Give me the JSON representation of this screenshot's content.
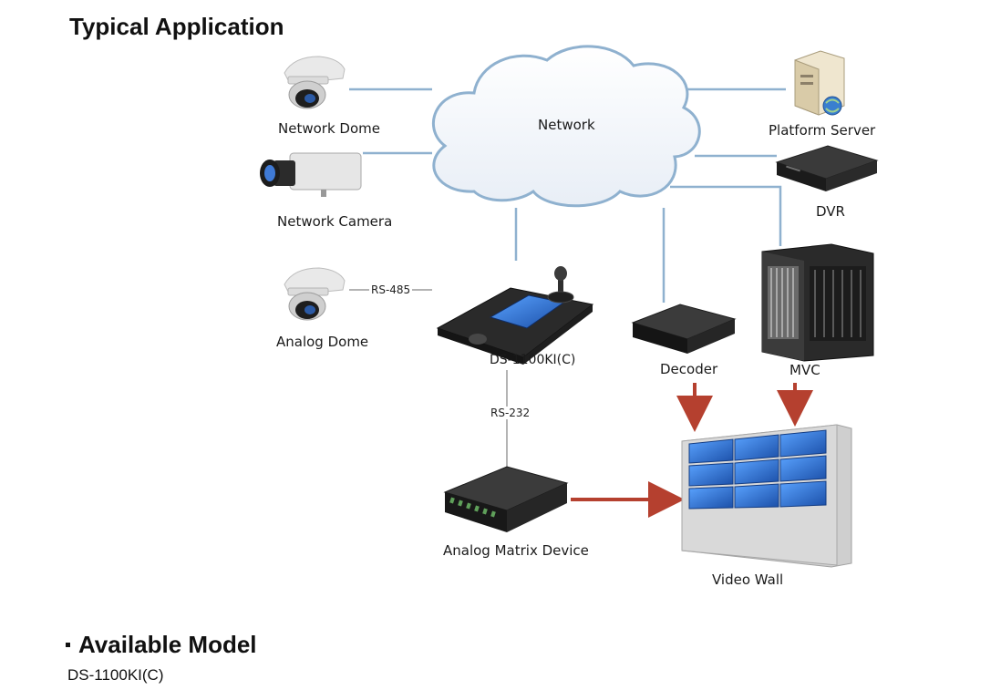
{
  "headings": {
    "typical": "Typical Application",
    "available": "Available Model"
  },
  "model": "DS-1100KI(C)",
  "nodes": {
    "network": "Network",
    "network_dome": "Network Dome",
    "network_camera": "Network Camera",
    "analog_dome": "Analog Dome",
    "platform_server": "Platform Server",
    "dvr": "DVR",
    "mvc": "MVC",
    "decoder": "Decoder",
    "keyboard": "DS-1100KI(C)",
    "analog_matrix": "Analog Matrix Device",
    "video_wall": "Video Wall"
  },
  "links": {
    "rs485": "RS-485",
    "rs232": "RS-232"
  },
  "colors": {
    "network_line": "#8fb1cf",
    "signal_arrow": "#b5402f",
    "serial_line": "#9a9a9a",
    "screen": "#2a6fd0"
  }
}
